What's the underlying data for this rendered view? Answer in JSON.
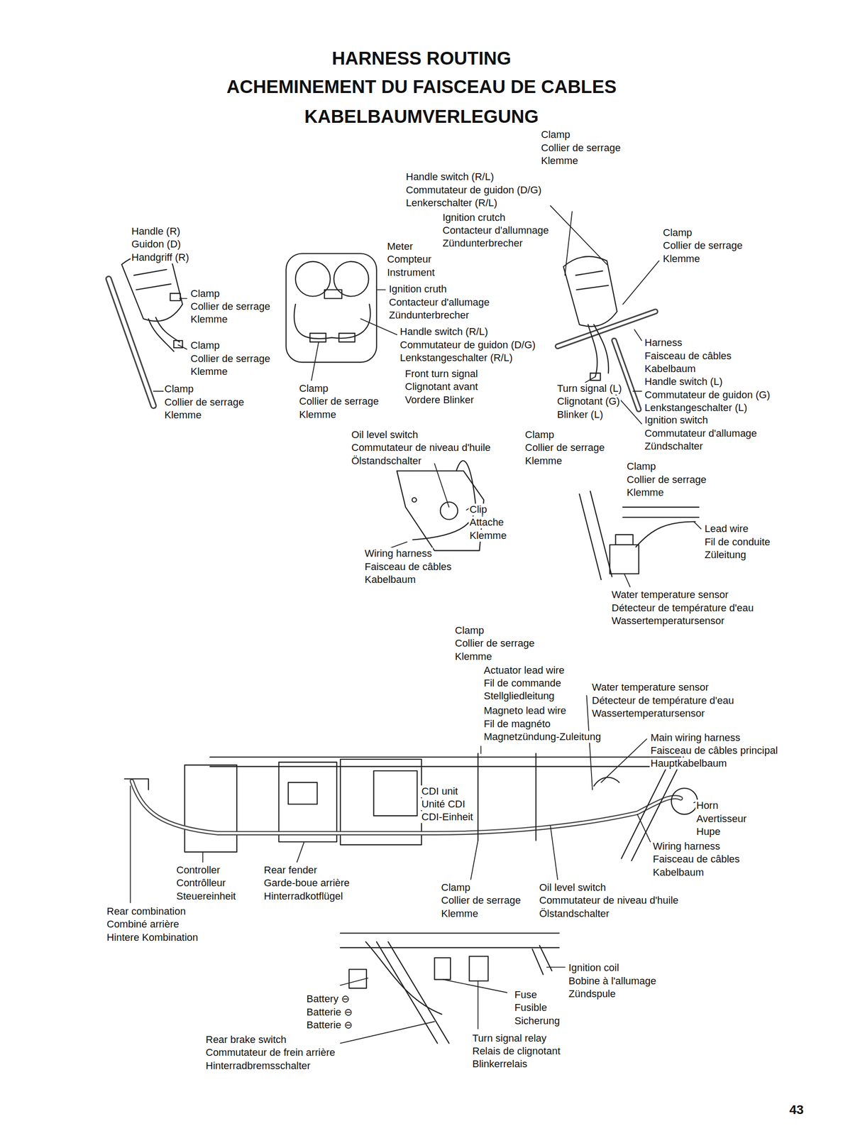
{
  "diagram": {
    "title": "HARNESS ROUTING",
    "labels": [
      "ACHEMINEMENT DU FAISCEAU DE CABLES",
      "KABELBAUMVERLEGUNG",
      "Clamp",
      "Collier de serrage",
      "Klemme",
      "Handle switch (R/L)",
      "Commutateur de guidon (D/G)",
      "Lenkerschalter (R/L)",
      "Ignition crutch",
      "Contacteur d'allumnage",
      "Zündunterbrecher",
      "Handle (R)",
      "Guidon (D)",
      "Handgriff (R)",
      "Meter",
      "Compteur",
      "Instrument",
      "Clamp",
      "Collier de serrage",
      "Klemme",
      "Clamp",
      "Collier de serrage",
      "Klemme",
      "Ignition cruth",
      "Contacteur d'allumage",
      "Zündunterbrecher",
      "Handle switch (R/L)",
      "Commutateur de guidon (D/G)",
      "Lenkstangeschalter (R/L)",
      "Clamp",
      "Collier de serrage",
      "Klemme",
      "Harness",
      "Faisceau de câbles",
      "Kabelbaum",
      "Front turn signal",
      "Clignotant avant",
      "Vordere Blinker",
      "Clamp",
      "Collier de serrage",
      "Klemme",
      "Clamp",
      "Collier de serrage",
      "Klemme",
      "Turn signal (L)",
      "Clignotant (G)",
      "Blinker (L)",
      "Handle switch (L)",
      "Commutateur de guidon (G)",
      "Lenkstangeschalter (L)",
      "Ignition switch",
      "Commutateur d'allumage",
      "Zündschalter",
      "Oil level switch",
      "Commutateur de niveau d'huile",
      "Ölstandschalter",
      "Clamp",
      "Collier de serrage",
      "Klemme",
      "Clamp",
      "Collier de serrage",
      "Klemme",
      "Clip",
      "Attache",
      "Klemme",
      "Lead wire",
      "Fil de conduite",
      "Züleitung",
      "Wiring harness",
      "Faisceau de câbles",
      "Kabelbaum",
      "Water temperature sensor",
      "Détecteur de température d'eau",
      "Wassertemperatursensor",
      "Clamp",
      "Collier de serrage",
      "Klemme",
      "Actuator lead wire",
      "Fil de commande",
      "Stellgliedleitung",
      "Water temperature sensor",
      "Détecteur de température d'eau",
      "Wassertemperatursensor",
      "Magneto lead wire",
      "Fil de magnéto",
      "Magnetzündung-Zuleitung",
      "Main wiring harness",
      "Faisceau de câbles principal",
      "Hauptkabelbaum",
      "CDI unit",
      "Unité CDI",
      "CDI-Einheit",
      "Horn",
      "Avertisseur",
      "Hupe",
      "Wiring harness",
      "Faisceau de câbles",
      "Kabelbaum",
      "Controller",
      "Contrôlleur",
      "Steuereinheit",
      "Rear fender",
      "Garde-boue arrière",
      "Hinterradkotflügel",
      "Clamp",
      "Collier de serrage",
      "Klemme",
      "Oil level switch",
      "Commutateur de niveau d'huile",
      "Ölstandschalter",
      "Rear combination",
      "Combiné arrière",
      "Hintere Kombination",
      "Ignition coil",
      "Bobine à l'allumage",
      "Zündspule",
      "Fuse",
      "Fusible",
      "Sicherung",
      "Battery ⊖",
      "Batterie ⊖",
      "Batterie ⊖",
      "Rear brake switch",
      "Commutateur de frein arrière",
      "Hinterradbremsschalter",
      "Turn signal relay",
      "Relais de clignotant",
      "Blinkerrelais",
      "43"
    ]
  }
}
